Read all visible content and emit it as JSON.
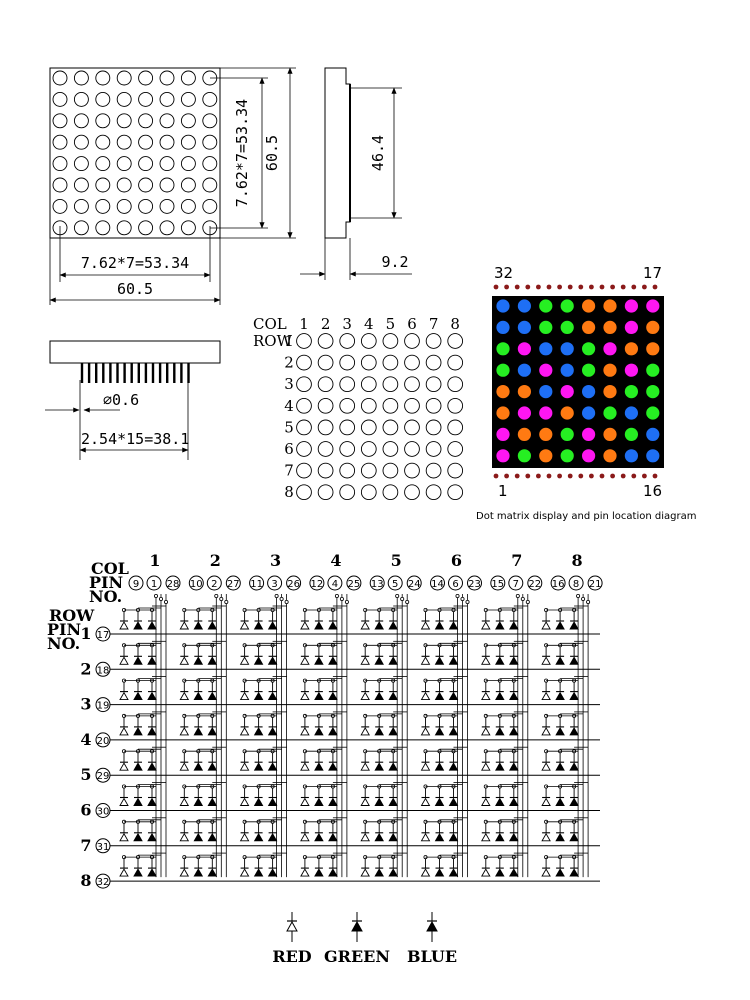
{
  "front_view": {
    "dim_inner_width": "7.62*7=53.34",
    "dim_outer_width": "60.5",
    "dim_inner_height": "7.62*7=53.34",
    "dim_outer_height": "60.5"
  },
  "side_view": {
    "dim_height": "46.4",
    "dim_depth": "9.2"
  },
  "bottom_view": {
    "dim_pin_diameter": "∅0.6",
    "dim_pin_pitch": "2.54*15=38.1"
  },
  "grid_view": {
    "col_label": "COL",
    "row_label": "ROW",
    "cols": [
      "1",
      "2",
      "3",
      "4",
      "5",
      "6",
      "7",
      "8"
    ],
    "rows": [
      "1",
      "2",
      "3",
      "4",
      "5",
      "6",
      "7",
      "8"
    ]
  },
  "color_matrix": {
    "pin_top_left": "32",
    "pin_top_right": "17",
    "pin_bottom_left": "1",
    "pin_bottom_right": "16",
    "caption": "Dot matrix display and pin location diagram",
    "palette": {
      "B": "#1e6ff5",
      "G": "#26ef22",
      "O": "#ff7a12",
      "M": "#ff16f2"
    },
    "pin_color": "#8b1a1a",
    "rows": [
      [
        "B",
        "B",
        "G",
        "G",
        "O",
        "O",
        "M",
        "M"
      ],
      [
        "B",
        "B",
        "G",
        "G",
        "O",
        "O",
        "M",
        "O"
      ],
      [
        "G",
        "M",
        "B",
        "B",
        "G",
        "M",
        "O",
        "O"
      ],
      [
        "G",
        "B",
        "M",
        "B",
        "G",
        "O",
        "M",
        "G"
      ],
      [
        "O",
        "O",
        "B",
        "M",
        "B",
        "O",
        "G",
        "G"
      ],
      [
        "O",
        "M",
        "M",
        "O",
        "B",
        "G",
        "B",
        "G"
      ],
      [
        "M",
        "O",
        "O",
        "G",
        "M",
        "O",
        "G",
        "B"
      ],
      [
        "M",
        "G",
        "O",
        "G",
        "M",
        "O",
        "B",
        "B"
      ]
    ]
  },
  "schematic": {
    "col_label": "COL",
    "pin_label": "PIN",
    "no_label": "NO.",
    "row_label": "ROW",
    "cols": [
      {
        "col": "1",
        "pins": [
          "9",
          "1",
          "28"
        ]
      },
      {
        "col": "2",
        "pins": [
          "10",
          "2",
          "27"
        ]
      },
      {
        "col": "3",
        "pins": [
          "11",
          "3",
          "26"
        ]
      },
      {
        "col": "4",
        "pins": [
          "12",
          "4",
          "25"
        ]
      },
      {
        "col": "5",
        "pins": [
          "13",
          "5",
          "24"
        ]
      },
      {
        "col": "6",
        "pins": [
          "14",
          "6",
          "23"
        ]
      },
      {
        "col": "7",
        "pins": [
          "15",
          "7",
          "22"
        ]
      },
      {
        "col": "8",
        "pins": [
          "16",
          "8",
          "21"
        ]
      }
    ],
    "rows": [
      {
        "row": "1",
        "pin": "17"
      },
      {
        "row": "2",
        "pin": "18"
      },
      {
        "row": "3",
        "pin": "19"
      },
      {
        "row": "4",
        "pin": "20"
      },
      {
        "row": "5",
        "pin": "29"
      },
      {
        "row": "6",
        "pin": "30"
      },
      {
        "row": "7",
        "pin": "31"
      },
      {
        "row": "8",
        "pin": "32"
      }
    ]
  },
  "legend": {
    "red": "RED",
    "green": "GREEN",
    "blue": "BLUE"
  }
}
